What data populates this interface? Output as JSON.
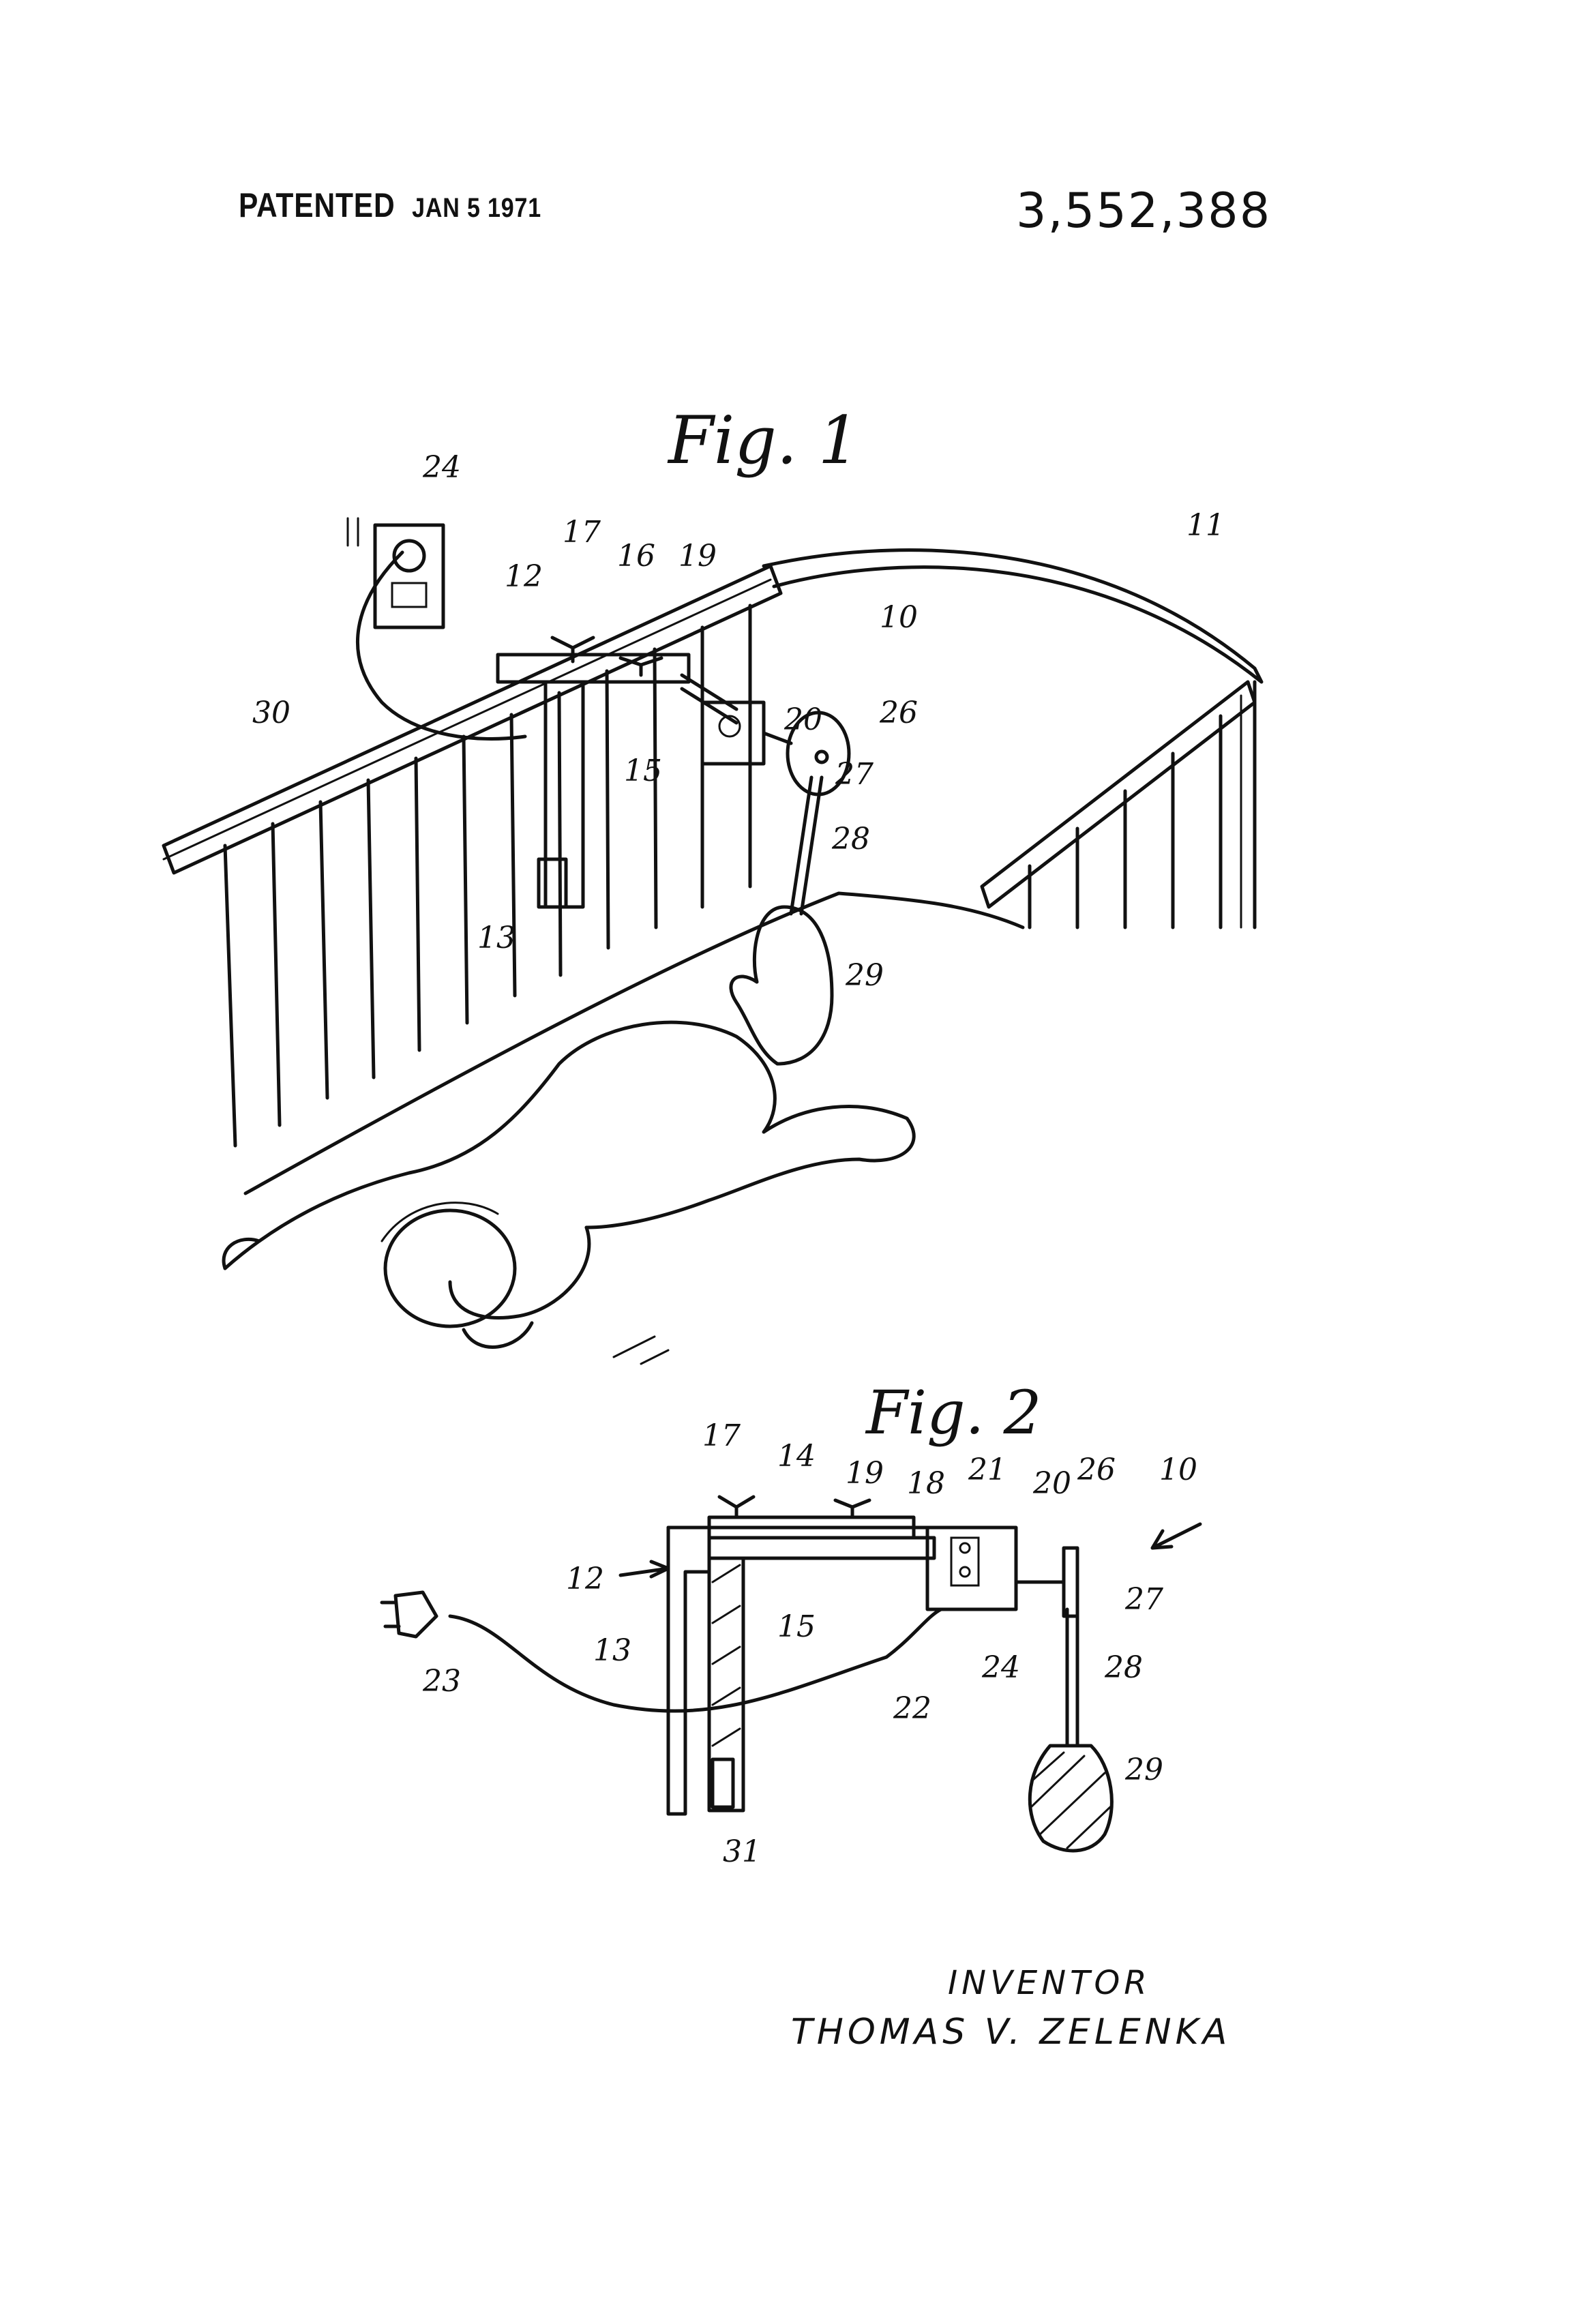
{
  "header": {
    "patented_label": "PATENTED",
    "patented_date": "JAN 5 1971",
    "patent_number": "3,552,388"
  },
  "figures": {
    "fig1": {
      "title": "Fig. 1",
      "refs": [
        "24",
        "17",
        "16",
        "19",
        "12",
        "10",
        "11",
        "20",
        "26",
        "30",
        "15",
        "27",
        "28",
        "13",
        "29"
      ]
    },
    "fig2": {
      "title": "Fig. 2",
      "refs": [
        "17",
        "14",
        "19",
        "18",
        "21",
        "20",
        "26",
        "10",
        "12",
        "27",
        "13",
        "15",
        "24",
        "28",
        "23",
        "22",
        "29",
        "31"
      ]
    }
  },
  "inventor": {
    "label": "INVENTOR",
    "name": "THOMAS V. ZELENKA"
  }
}
